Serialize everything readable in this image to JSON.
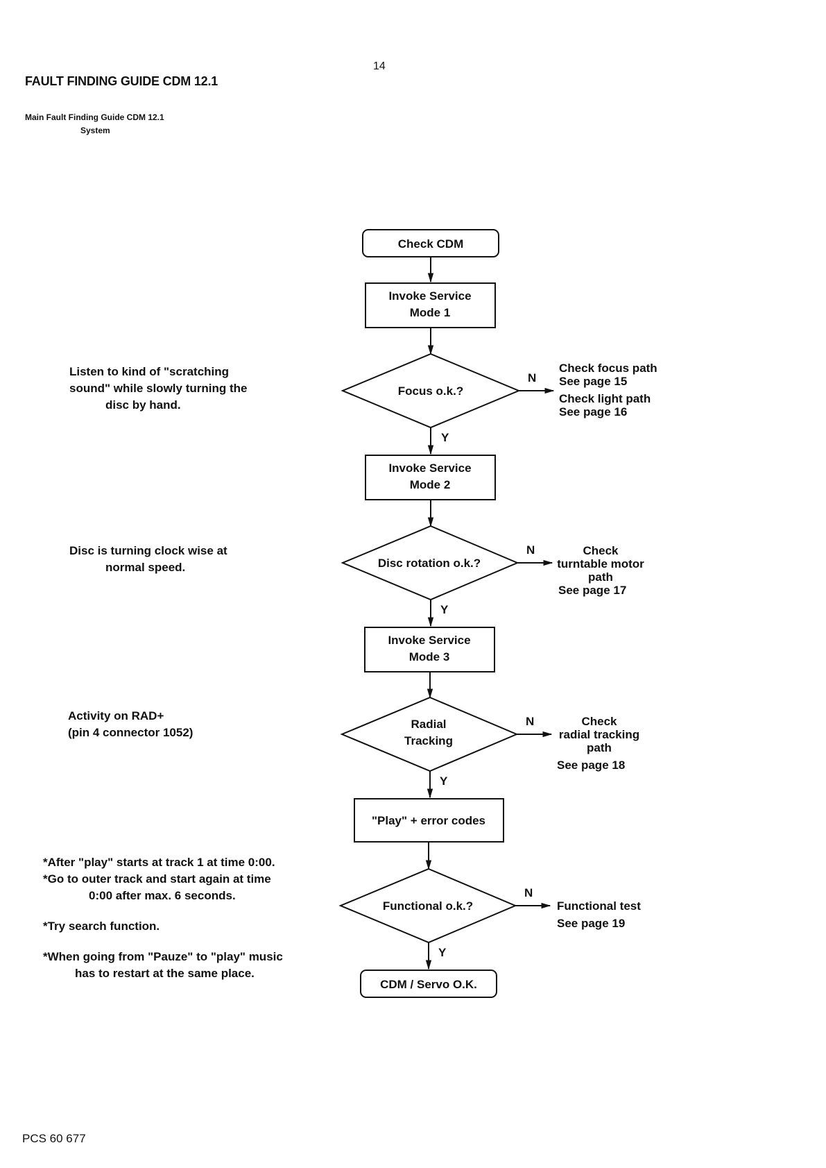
{
  "header": {
    "page_number": "14",
    "title": "FAULT FINDING GUIDE CDM 12.1",
    "subtitle_line1": "Main Fault Finding Guide CDM 12.1",
    "subtitle_line2": "System"
  },
  "flowchart": {
    "start": "Check CDM",
    "step1": [
      "Invoke Service",
      "Mode 1"
    ],
    "decision1": "Focus o.k.?",
    "decision1_no": [
      "Check focus path",
      "See page 15",
      "Check light path",
      "See page 16"
    ],
    "step2": [
      "Invoke Service",
      "Mode 2"
    ],
    "decision2": "Disc rotation o.k.?",
    "decision2_no": [
      "Check",
      "turntable motor",
      "path",
      "See page 17"
    ],
    "step3": [
      "Invoke Service",
      "Mode 3"
    ],
    "decision3": [
      "Radial",
      "Tracking"
    ],
    "decision3_no": [
      "Check",
      "radial tracking",
      "path",
      "See page 18"
    ],
    "step4": "\"Play\" + error codes",
    "decision4": "Functional o.k.?",
    "decision4_no": [
      "Functional test",
      "See page 19"
    ],
    "end": "CDM / Servo O.K.",
    "yes_label": "Y",
    "no_label": "N"
  },
  "notes": {
    "focus": [
      "Listen to kind of \"scratching",
      "sound\" while slowly turning the",
      "disc by hand."
    ],
    "rotation": [
      "Disc is turning clock wise at",
      "normal speed."
    ],
    "radial": [
      "Activity on RAD+",
      "(pin 4 connector 1052)"
    ],
    "functional_1": "*After \"play\" starts at track 1 at time 0:00.",
    "functional_2a": "*Go to outer track and start again at time",
    "functional_2b": "0:00 after max. 6 seconds.",
    "functional_3": "*Try search function.",
    "functional_4a": "*When going from \"Pauze\" to \"play\" music",
    "functional_4b": "has to restart at the same place."
  },
  "footer": {
    "code": "PCS 60 677"
  }
}
